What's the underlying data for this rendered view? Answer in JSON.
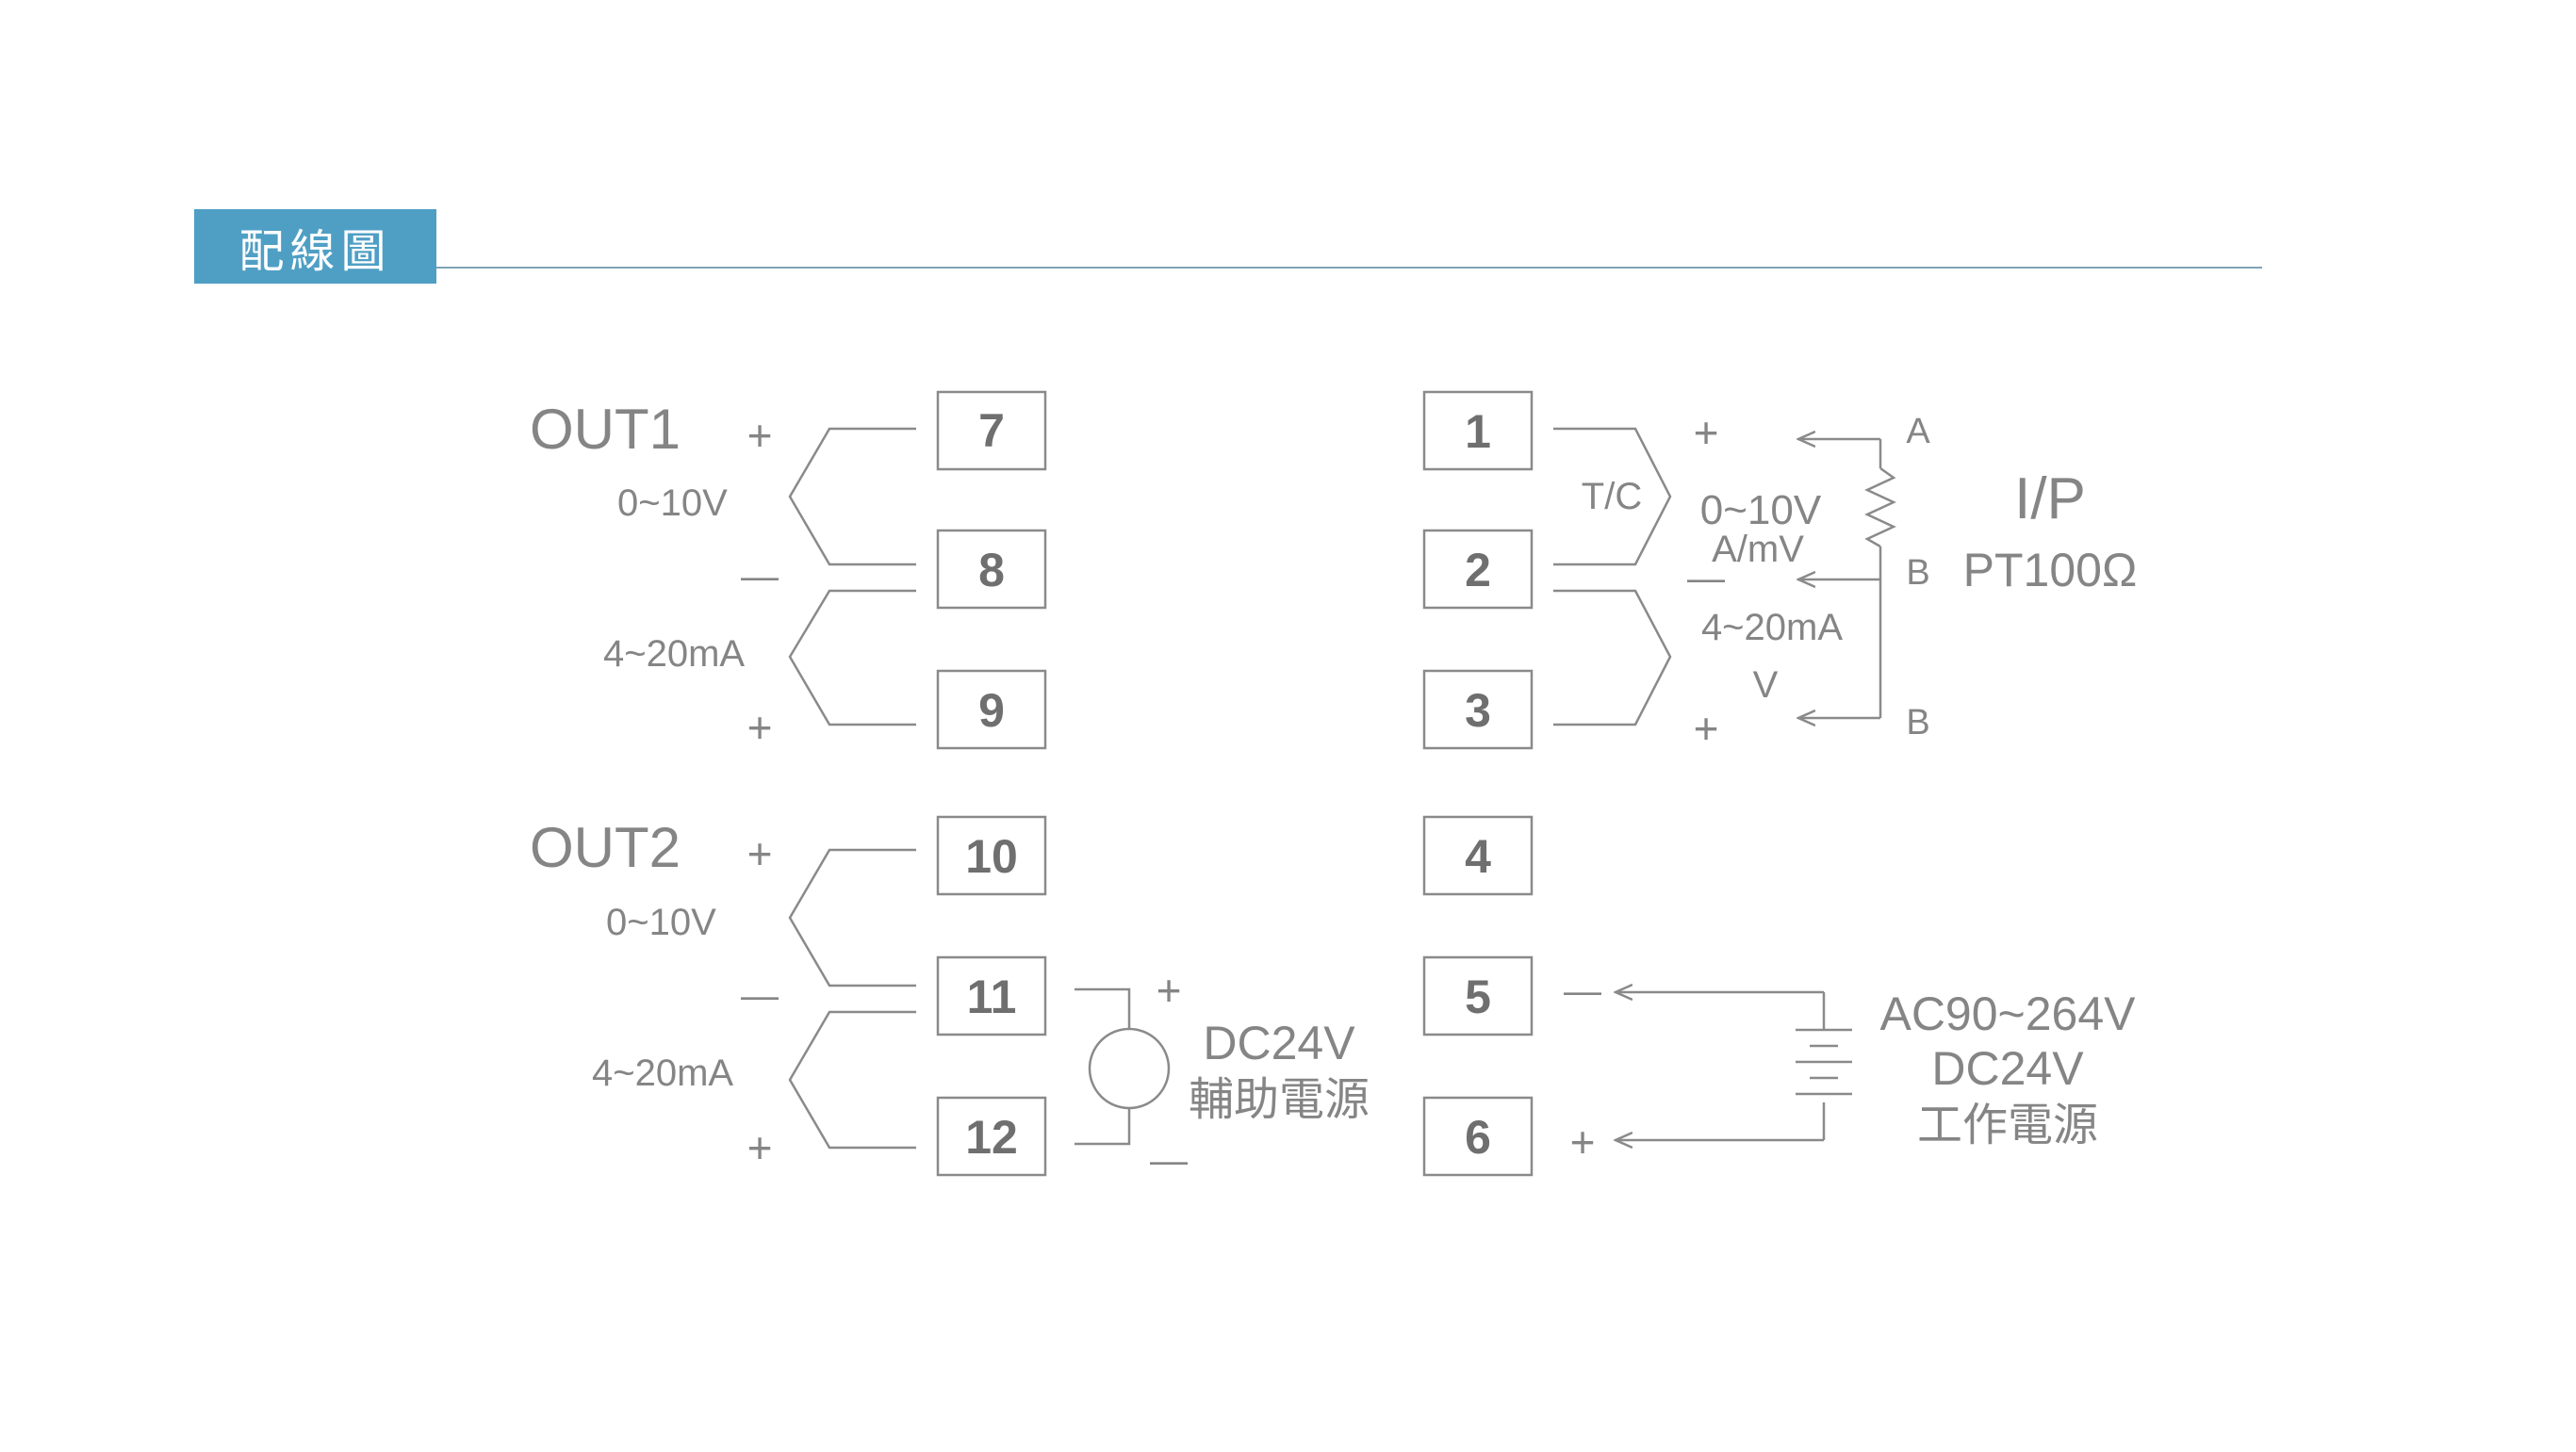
{
  "title": "配線圖",
  "terminals": {
    "t1": "1",
    "t2": "2",
    "t3": "3",
    "t4": "4",
    "t5": "5",
    "t6": "6",
    "t7": "7",
    "t8": "8",
    "t9": "9",
    "t10": "10",
    "t11": "11",
    "t12": "12"
  },
  "out1": {
    "label": "OUT1",
    "voltage": "0~10V",
    "current": "4~20mA",
    "plus_top": "+",
    "minus": "—",
    "plus_bottom": "+"
  },
  "out2": {
    "label": "OUT2",
    "voltage": "0~10V",
    "current": "4~20mA",
    "plus_top": "+",
    "minus": "—",
    "plus_bottom": "+"
  },
  "aux_power": {
    "line1": "DC24V",
    "line2": "輔助電源",
    "plus": "+",
    "minus": "—"
  },
  "input": {
    "tc": "T/C",
    "volt_line1": "0~10V",
    "volt_line2": "A/mV",
    "current_line1": "4~20mA",
    "current_line2": "V",
    "plus_top": "+",
    "minus": "—",
    "plus_bottom": "+",
    "rtd_a": "A",
    "rtd_b1": "B",
    "rtd_b2": "B",
    "ip_label": "I/P",
    "rtd_type": "PT100Ω"
  },
  "main_power": {
    "line1": "AC90~264V",
    "line2": "DC24V",
    "line3": "工作電源",
    "minus": "—",
    "plus": "+"
  },
  "colors": {
    "title_bg": "#4f9fc5",
    "title_text": "#ffffff",
    "rule": "#7fa4b8",
    "line": "#8a8a8a",
    "text": "#858585"
  }
}
